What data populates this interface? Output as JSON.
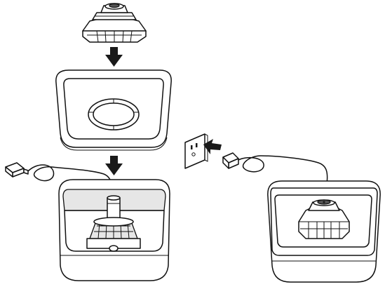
{
  "diagram": {
    "steps": [
      {
        "id": "attach-filter-unit"
      },
      {
        "id": "place-tray-on-base"
      },
      {
        "id": "plug-adapter-into-outlet"
      },
      {
        "id": "assembled-fountain"
      }
    ],
    "components": [
      "pump-filter-unit",
      "drinking-tray",
      "water-reservoir-base",
      "power-cable",
      "usb-power-adapter",
      "wall-outlet"
    ],
    "colors": {
      "line": "#111111",
      "fill": "#ffffff",
      "shade": "#e6e6e6",
      "arrow": "#1a1a1a"
    }
  }
}
